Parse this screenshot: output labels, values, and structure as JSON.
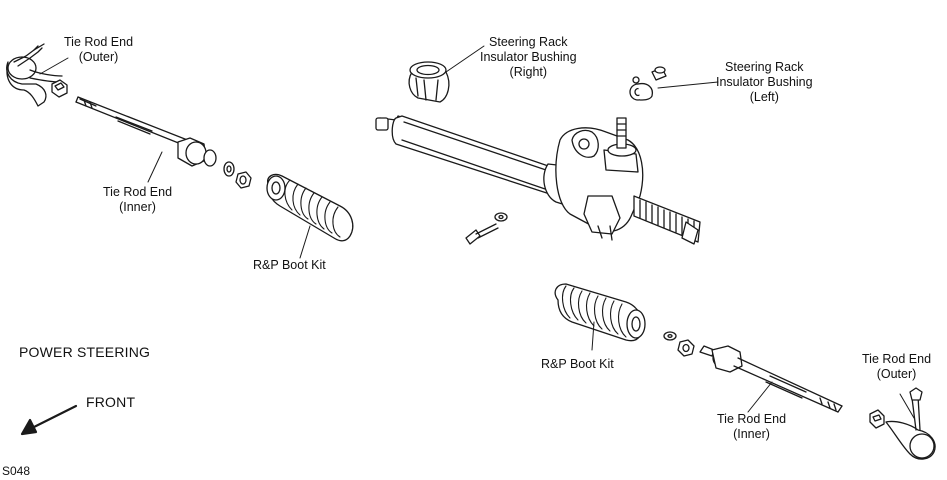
{
  "title": "POWER STEERING",
  "direction_label": "FRONT",
  "figure_code": "S048",
  "labels": {
    "tre_outer_left": [
      "Tie Rod End",
      "(Outer)"
    ],
    "tre_inner_left": [
      "Tie Rod End",
      "(Inner)"
    ],
    "boot_left": "R&P Boot Kit",
    "bushing_right": [
      "Steering Rack",
      "Insulator Bushing",
      "(Right)"
    ],
    "bushing_left": [
      "Steering Rack",
      "Insulator Bushing",
      "(Left)"
    ],
    "boot_right": "R&P Boot Kit",
    "tre_inner_right": [
      "Tie Rod End",
      "(Inner)"
    ],
    "tre_outer_right": [
      "Tie Rod End",
      "(Outer)"
    ]
  },
  "colors": {
    "line": "#1a1a1a",
    "fill": "#ffffff",
    "shade": "#d9d9d9"
  }
}
